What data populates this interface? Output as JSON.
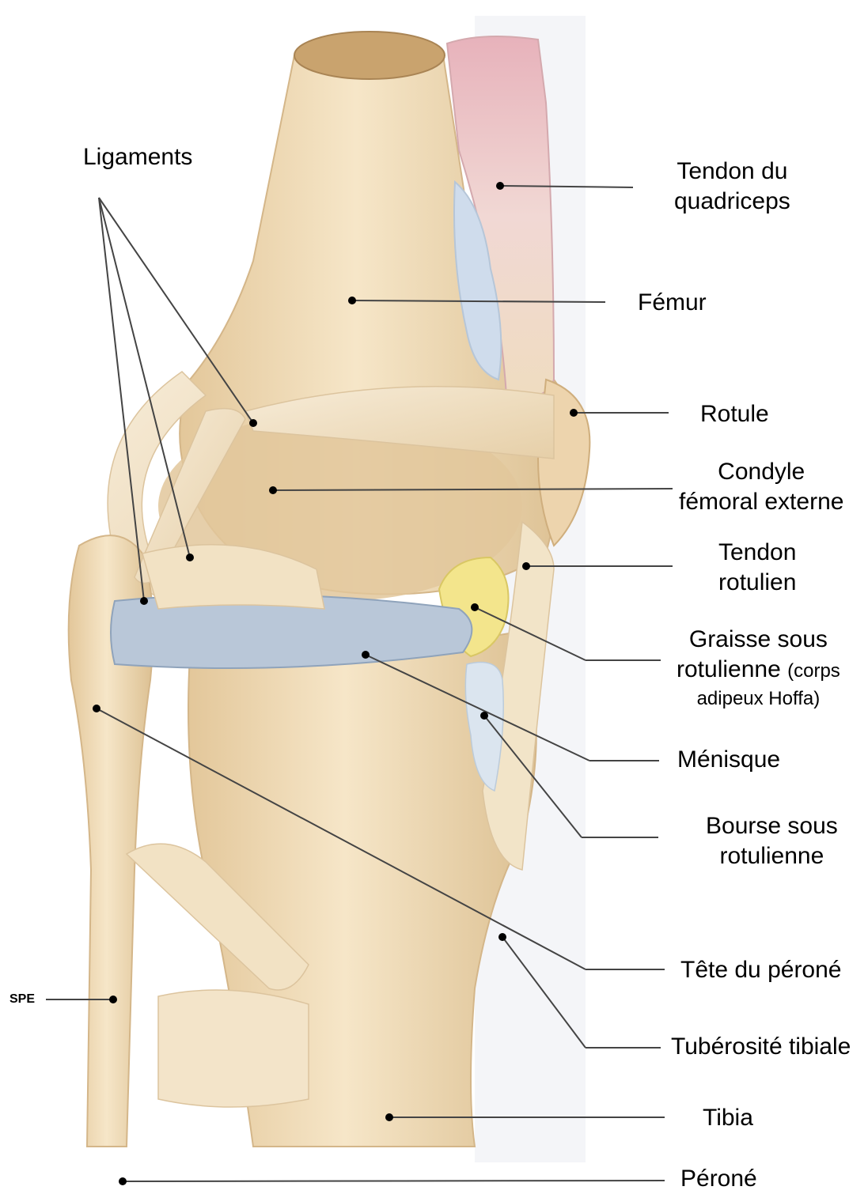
{
  "colors": {
    "bone": "#efd9b4",
    "bone_dark": "#d9bd8e",
    "ligament": "#f3e4c9",
    "meniscus": "#b9c7d8",
    "fat": "#f3e58c",
    "bursa": "#d9e4ee",
    "muscle": "#e7b7bf",
    "leader": "#444444"
  },
  "labels": {
    "ligaments": "Ligaments",
    "tendon_quad_1": "Tendon du",
    "tendon_quad_2": "quadriceps",
    "femur": "Fémur",
    "rotule": "Rotule",
    "condyle_1": "Condyle",
    "condyle_2": "fémoral externe",
    "tendon_rot_1": "Tendon",
    "tendon_rot_2": "rotulien",
    "graisse_1": "Graisse sous",
    "graisse_2a": "rotulienne",
    "graisse_2b": "(corps",
    "graisse_3": "adipeux Hoffa)",
    "menisque": "Ménisque",
    "bourse_1": "Bourse sous",
    "bourse_2": "rotulienne",
    "tete": "Tête du péroné",
    "tuberosite": "Tubérosité tibiale",
    "tibia": "Tibia",
    "perone": "Péroné",
    "spe": "SPE"
  }
}
